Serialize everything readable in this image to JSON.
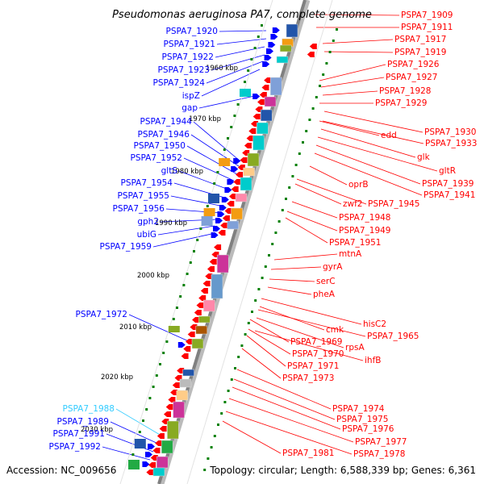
{
  "title": "Pseudomonas aeruginosa PA7, complete genome",
  "accession": "Accession: NC_009656",
  "topology": "Topology: circular; Length: 6,588,339 bp; Genes: 6,361",
  "colors": {
    "forward": "#0000ff",
    "reverse": "#ff0000",
    "highlight": "#33ccff",
    "tick": "#008000",
    "backbone": "#808080"
  },
  "ticks": [
    "1960 kbp",
    "1970 kbp",
    "1980 kbp",
    "1990 kbp",
    "2000 kbp",
    "2010 kbp",
    "2020 kbp",
    "2030 kbp"
  ],
  "left_labels": [
    "PSPA7_1920",
    "PSPA7_1921",
    "PSPA7_1922",
    "PSPA7_1923",
    "PSPA7_1924",
    "ispZ",
    "gap",
    "PSPA7_1944",
    "PSPA7_1946",
    "PSPA7_1950",
    "PSPA7_1952",
    "gltS",
    "PSPA7_1954",
    "PSPA7_1955",
    "PSPA7_1956",
    "gph2",
    "ubiG",
    "PSPA7_1959",
    "PSPA7_1972",
    "PSPA7_1988",
    "PSPA7_1989",
    "PSPA7_1991",
    "PSPA7_1992"
  ],
  "right_labels": [
    "PSPA7_1909",
    "PSPA7_1911",
    "PSPA7_1917",
    "PSPA7_1919",
    "PSPA7_1926",
    "PSPA7_1927",
    "PSPA7_1928",
    "PSPA7_1929",
    "PSPA7_1930",
    "edd",
    "PSPA7_1933",
    "glk",
    "gltR",
    "PSPA7_1939",
    "oprB",
    "PSPA7_1941",
    "zwf2",
    "PSPA7_1945",
    "PSPA7_1948",
    "PSPA7_1949",
    "PSPA7_1951",
    "mtnA",
    "gyrA",
    "serC",
    "pheA",
    "hisC2",
    "cmk",
    "PSPA7_1965",
    "rpsA",
    "PSPA7_1969",
    "ihfB",
    "PSPA7_1970",
    "PSPA7_1971",
    "PSPA7_1973",
    "PSPA7_1974",
    "PSPA7_1975",
    "PSPA7_1976",
    "PSPA7_1977",
    "PSPA7_1978",
    "PSPA7_1981"
  ]
}
